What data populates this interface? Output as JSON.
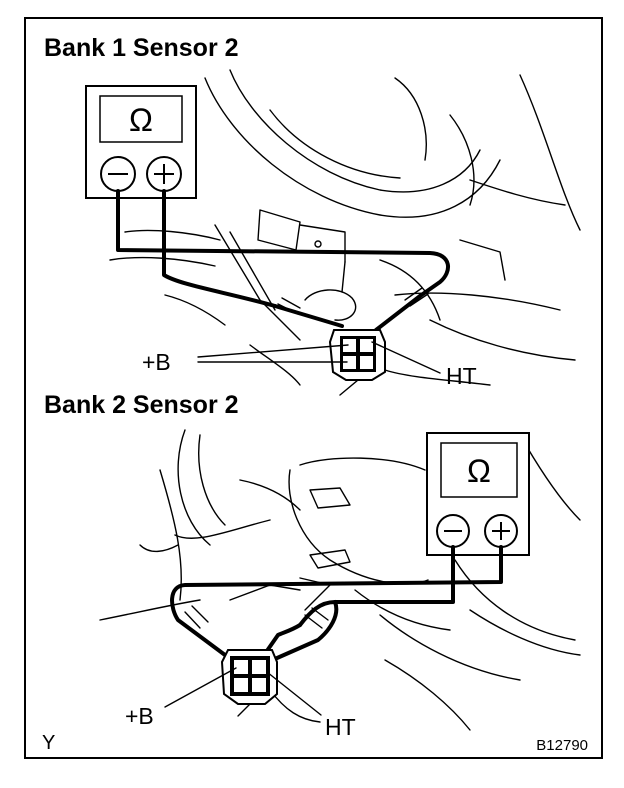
{
  "panels": [
    {
      "heading": "Bank 1 Sensor 2",
      "label_b": "+B",
      "label_ht": "HT"
    },
    {
      "heading": "Bank 2 Sensor 2",
      "label_b": "+B",
      "label_ht": "HT"
    }
  ],
  "ohmmeter": {
    "symbol": "Ω",
    "minus": "−",
    "plus": "+"
  },
  "footer": {
    "left_code": "Y",
    "figure_id": "B12790"
  }
}
